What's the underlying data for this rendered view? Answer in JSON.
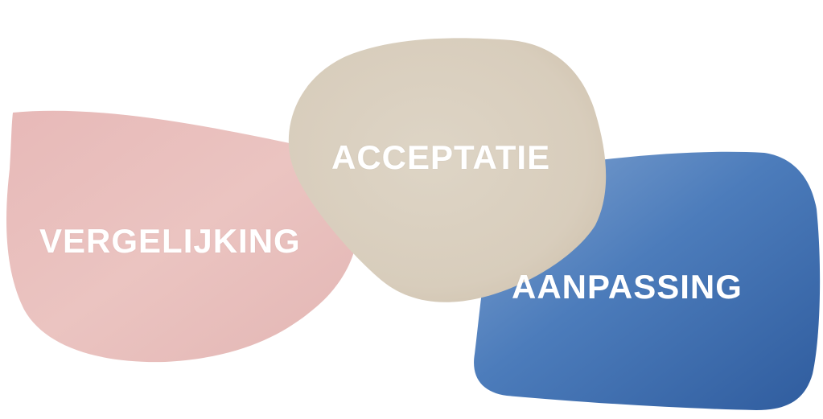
{
  "labels": {
    "vergelijking": "VERGELIJKING",
    "acceptatie": "ACCEPTATIE",
    "aanpassing": "AANPASSING"
  },
  "colors": {
    "pink_shape": "#E8BFBC",
    "beige_shape": "#D9CFC0",
    "blue_shape": "#3F6FAE",
    "text": "#FFFFFF"
  }
}
